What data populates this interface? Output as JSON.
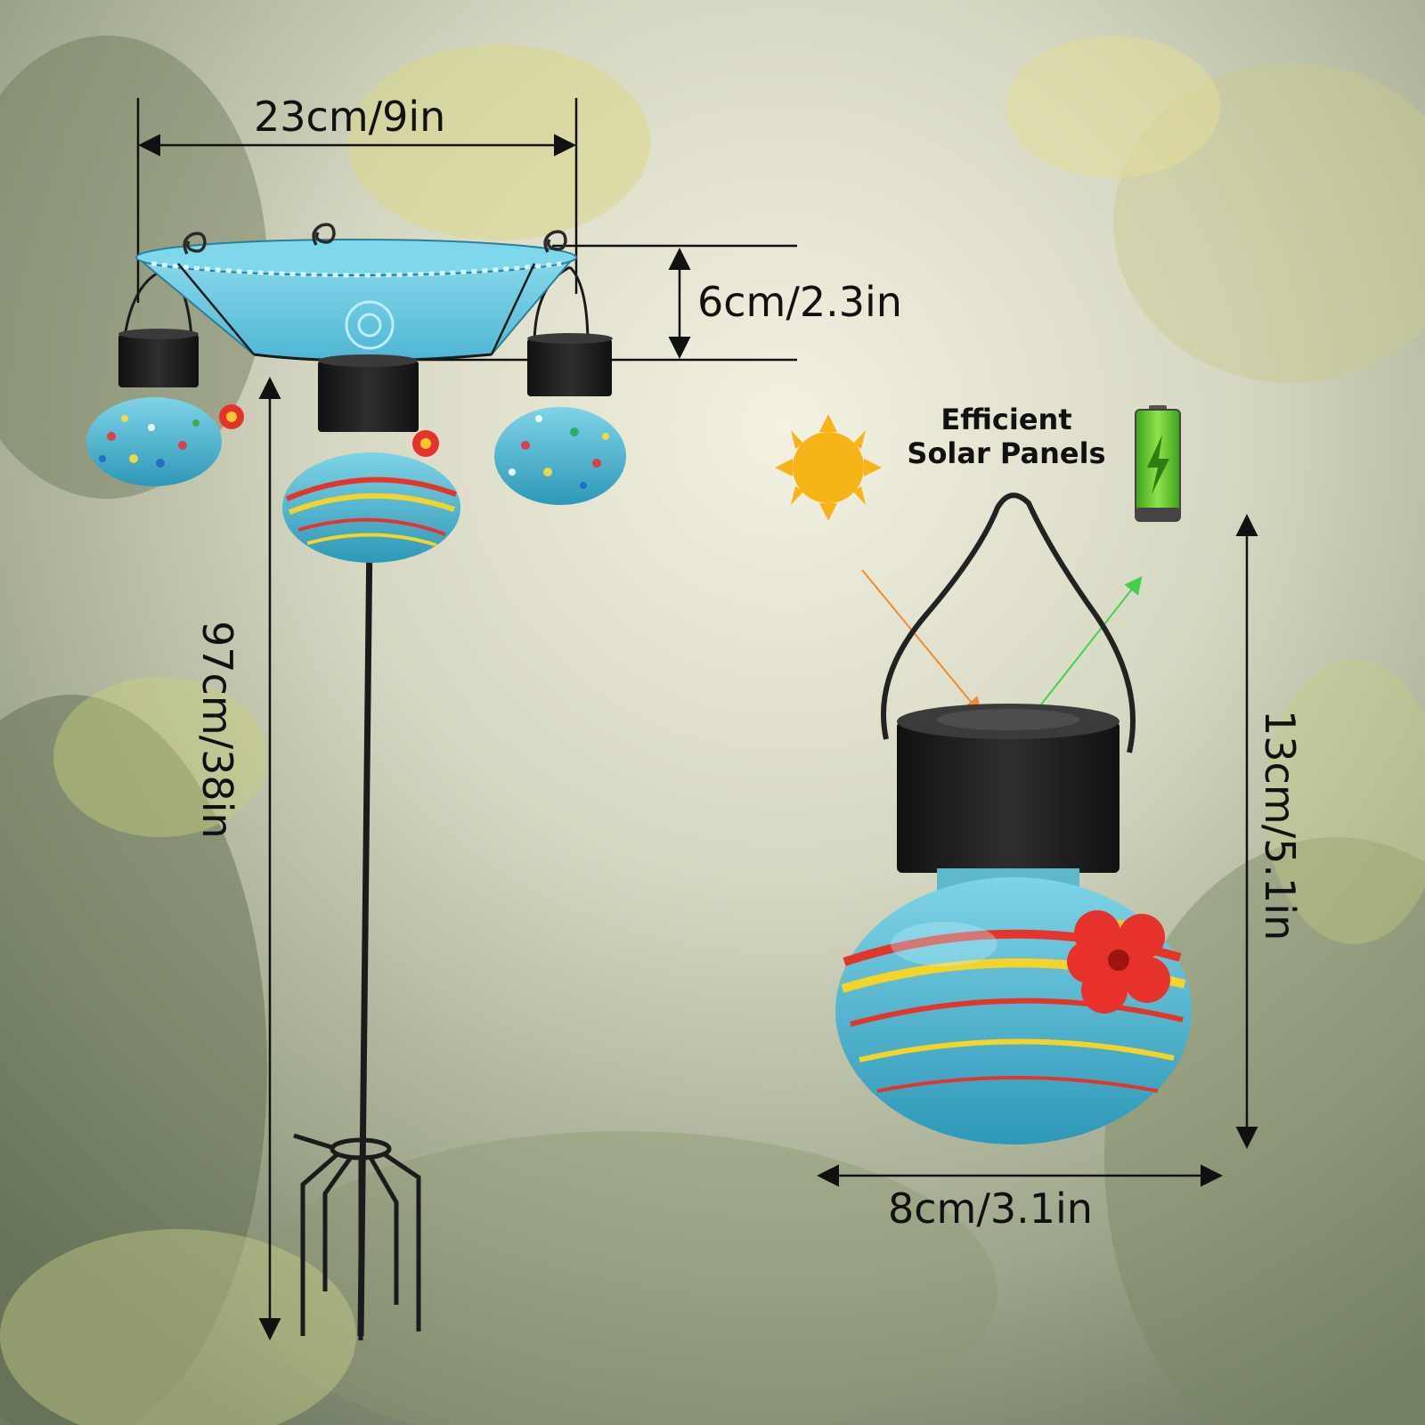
{
  "dimensions": {
    "bowl_width": "23cm/9in",
    "bowl_depth": "6cm/2.3in",
    "stand_height": "97cm/38in",
    "feeder_height": "13cm/5.1in",
    "feeder_width": "8cm/3.1in"
  },
  "callout": {
    "line1": "Efficient",
    "line2": "Solar Panels"
  },
  "icons": [
    "sun-icon",
    "battery-charging-icon",
    "flower-port-icon"
  ],
  "colors": {
    "glass_blue": "#45b3cf",
    "lid_black": "#222222",
    "flower_red": "#e7312b",
    "flower_yellow": "#f5c72b",
    "sun_orange": "#f7b419",
    "battery_green": "#69c72a",
    "arrow_orange": "#f08a2a",
    "arrow_green": "#43d14a"
  }
}
